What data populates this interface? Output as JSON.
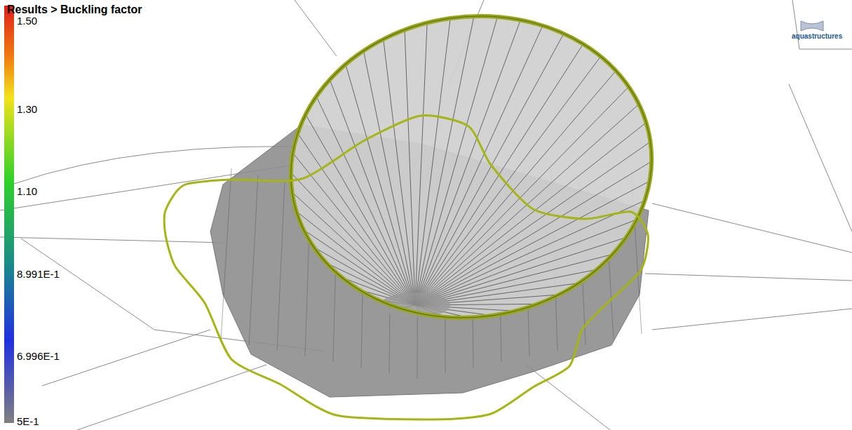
{
  "diagram": {
    "title": "Results > Buckling factor",
    "labels": [
      "1.50",
      "1.30",
      "1.10",
      "8.991E-1",
      "6.996E-1",
      "5E-1",
      "aquastructures"
    ]
  }
}
